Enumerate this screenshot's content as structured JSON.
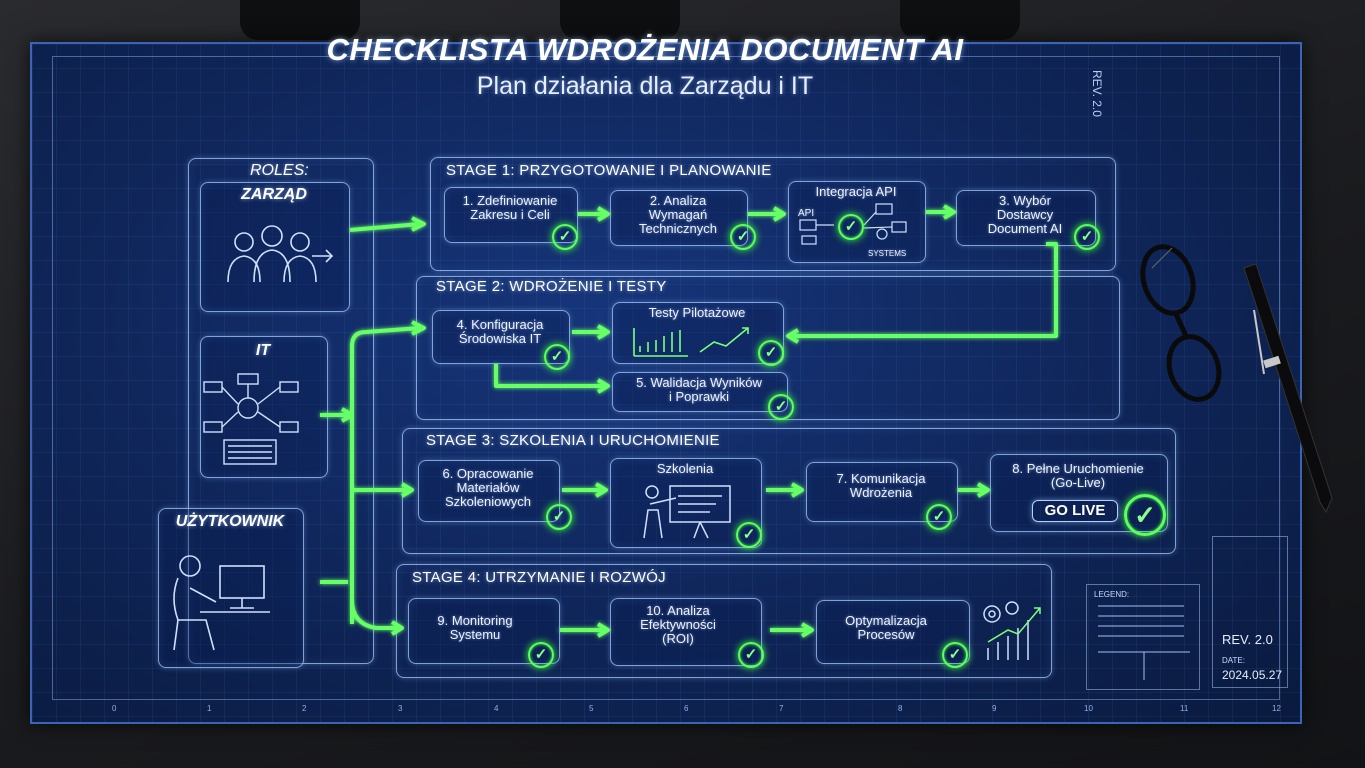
{
  "title": "CHECKLISTA WDROŻENIA DOCUMENT AI",
  "subtitle": "Plan działania dla Zarządu i IT",
  "rev_vertical": "REV. 2.0",
  "roles": {
    "label": "ROLES:",
    "management": "ZARZĄD",
    "it": "IT",
    "user": "UŻYTKOWNIK"
  },
  "stages": [
    {
      "label": "STAGE 1: PRZYGOTOWANIE I PLANOWANIE",
      "steps": [
        "1. Zdefiniowanie\nZakresu i Celi",
        "2. Analiza\nWymagań\nTechnicznych",
        "Integracja API",
        "3. Wybór\nDostawcy\nDocument AI"
      ],
      "api_labels": [
        "API",
        "SYSTEMS"
      ]
    },
    {
      "label": "STAGE 2: WDROŻENIE I TESTY",
      "steps": [
        "4. Konfiguracja\nŚrodowiska IT",
        "Testy Pilotażowe",
        "5. Walidacja Wyników\ni Poprawki"
      ]
    },
    {
      "label": "STAGE 3: SZKOLENIA I URUCHOMIENIE",
      "steps": [
        "6. Opracowanie\nMateriałów\nSzkoleniowych",
        "Szkolenia",
        "7. Komunikacja\nWdrożenia",
        "8. Pełne Uruchomienie\n(Go-Live)"
      ],
      "golive": "GO LIVE"
    },
    {
      "label": "STAGE 4: UTRZYMANIE I ROZWÓJ",
      "steps": [
        "9. Monitoring\nSystemu",
        "10. Analiza\nEfektywności\n(ROI)",
        "Optymalizacja\nProcesów"
      ]
    }
  ],
  "legend": "LEGEND:",
  "titleblock": {
    "rev": "REV. 2.0",
    "date_label": "DATE:",
    "date": "2024.05.27"
  },
  "scale_ticks": [
    "0",
    "1",
    "2",
    "3",
    "4",
    "5",
    "6",
    "7",
    "8",
    "9",
    "10",
    "11",
    "12"
  ],
  "colors": {
    "blueprint": "#0f2558",
    "line": "#aacdff",
    "check": "#5cff5c"
  }
}
